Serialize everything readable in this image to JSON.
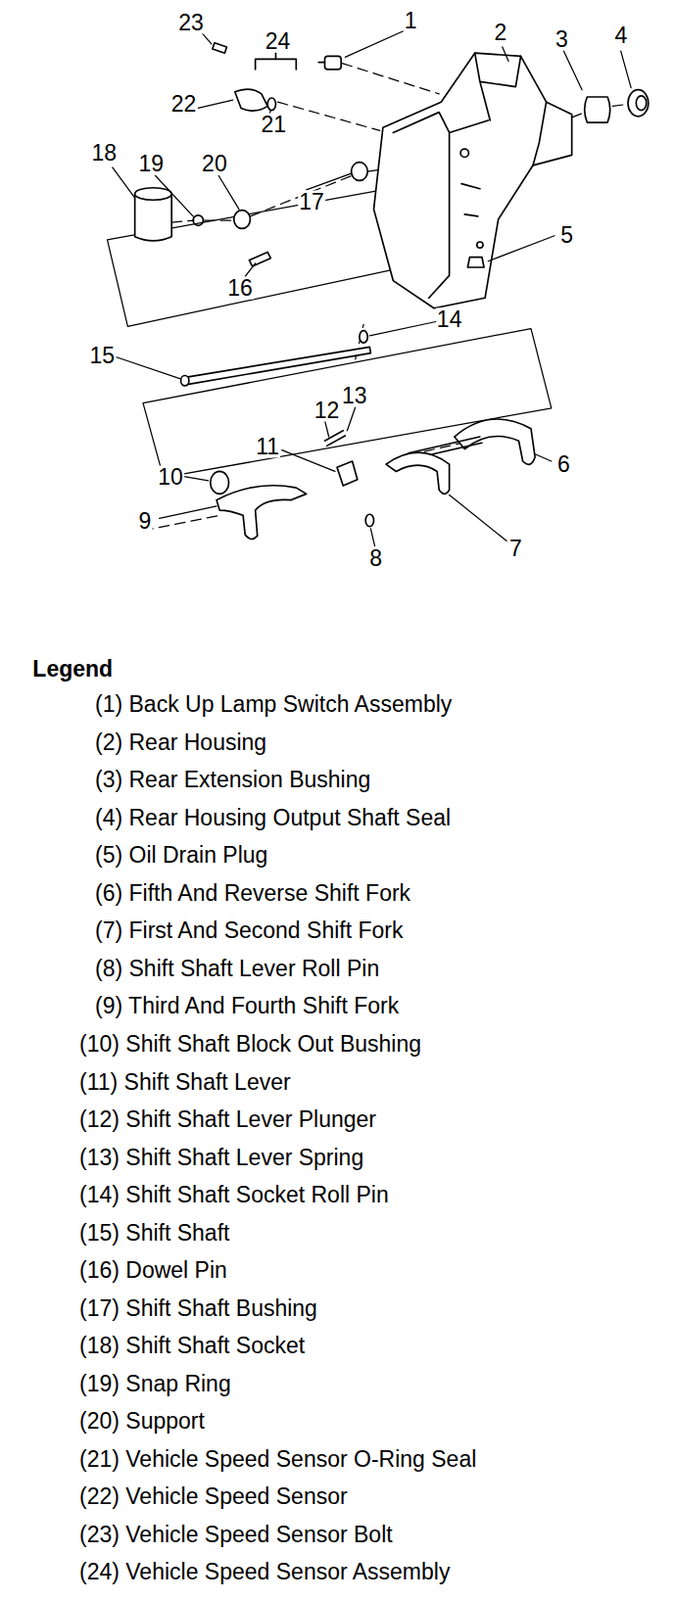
{
  "diagram": {
    "labels": [
      "23",
      "24",
      "1",
      "2",
      "3",
      "4",
      "22",
      "21",
      "18",
      "19",
      "20",
      "17",
      "5",
      "16",
      "14",
      "15",
      "13",
      "12",
      "11",
      "10",
      "6",
      "9",
      "8",
      "7",
      "Legend"
    ],
    "legend": [
      {
        "text": "(1) Back Up Lamp Switch Assembly"
      },
      {
        "text": "(2) Rear Housing"
      },
      {
        "text": "(3) Rear Extension Bushing"
      },
      {
        "text": "(4) Rear Housing Output Shaft Seal"
      },
      {
        "text": "(5) Oil Drain Plug"
      },
      {
        "text": "(6) Fifth And Reverse Shift Fork"
      },
      {
        "text": "(7) First And Second Shift Fork"
      },
      {
        "text": "(8) Shift Shaft Lever Roll Pin"
      },
      {
        "text": "(9) Third And Fourth Shift Fork"
      },
      {
        "text": "(10) Shift Shaft Block Out Bushing"
      },
      {
        "text": "(11) Shift Shaft Lever"
      },
      {
        "text": "(12) Shift Shaft Lever Plunger"
      },
      {
        "text": "(13) Shift Shaft Lever Spring"
      },
      {
        "text": "(14) Shift Shaft Socket Roll Pin"
      },
      {
        "text": "(15) Shift Shaft"
      },
      {
        "text": "(16) Dowel Pin"
      },
      {
        "text": "(17) Shift Shaft Bushing"
      },
      {
        "text": "(18) Shift Shaft Socket"
      },
      {
        "text": "(19) Snap Ring"
      },
      {
        "text": "(20) Support"
      },
      {
        "text": "(21) Vehicle Speed Sensor O-Ring Seal"
      },
      {
        "text": "(22) Vehicle Speed Sensor"
      },
      {
        "text": "(23) Vehicle Speed Sensor Bolt"
      },
      {
        "text": "(24) Vehicle Speed Sensor Assembly"
      }
    ]
  }
}
